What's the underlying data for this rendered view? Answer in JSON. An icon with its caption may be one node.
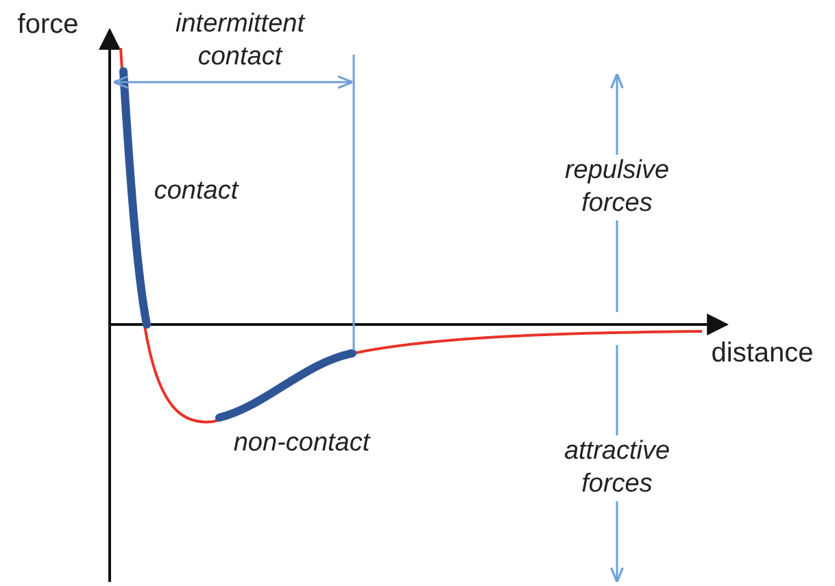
{
  "diagram": {
    "labels": [
      "force",
      "intermittent contact",
      "contact",
      "repulsive forces",
      "distance",
      "non-contact",
      "attractive forces"
    ]
  }
}
